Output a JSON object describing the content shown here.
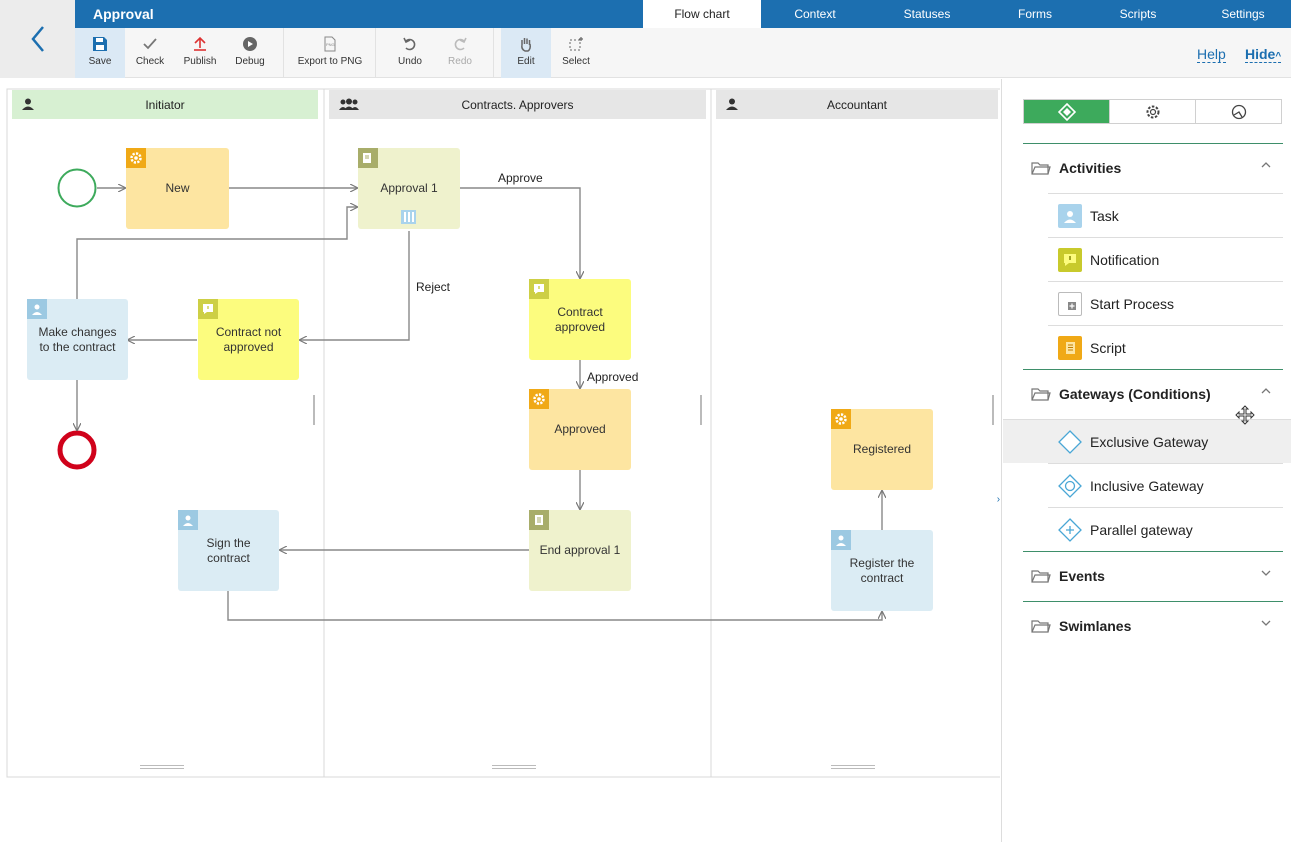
{
  "app": {
    "title": "Approval"
  },
  "tabs": [
    {
      "label": "Flow chart",
      "active": true
    },
    {
      "label": "Context"
    },
    {
      "label": "Statuses"
    },
    {
      "label": "Forms"
    },
    {
      "label": "Scripts"
    },
    {
      "label": "Settings"
    }
  ],
  "toolbar": {
    "save": "Save",
    "check": "Check",
    "publish": "Publish",
    "debug": "Debug",
    "export": "Export to PNG",
    "undo": "Undo",
    "redo": "Redo",
    "edit": "Edit",
    "select": "Select",
    "help": "Help",
    "hide": "Hide"
  },
  "lanes": [
    {
      "title": "Initiator"
    },
    {
      "title": "Contracts. Approvers"
    },
    {
      "title": "Accountant"
    }
  ],
  "nodes": {
    "new": "New",
    "approval1": "Approval 1",
    "make_changes": "Make changes to the contract",
    "contract_not_approved": "Contract not approved",
    "contract_approved": "Contract approved",
    "approved": "Approved",
    "end_approval": "End approval 1",
    "sign_contract": "Sign the contract",
    "registered": "Registered",
    "register_contract": "Register the contract"
  },
  "edge_labels": {
    "approve": "Approve",
    "reject": "Reject",
    "approved": "Approved"
  },
  "panel": {
    "sections": {
      "activities": "Activities",
      "gateways": "Gateways (Conditions)",
      "events": "Events",
      "swimlanes": "Swimlanes"
    },
    "activities": [
      "Task",
      "Notification",
      "Start Process",
      "Script"
    ],
    "gateways": [
      "Exclusive Gateway",
      "Inclusive Gateway",
      "Parallel gateway"
    ]
  },
  "colors": {
    "brand": "#1c6fb0",
    "accent_green": "#3daa5c",
    "task": "#dbecf4",
    "script": "#fde5a1",
    "notification": "#fcfc7e",
    "approval": "#eff2cd",
    "start_event": "#3daa5c",
    "end_event": "#d0021b"
  }
}
